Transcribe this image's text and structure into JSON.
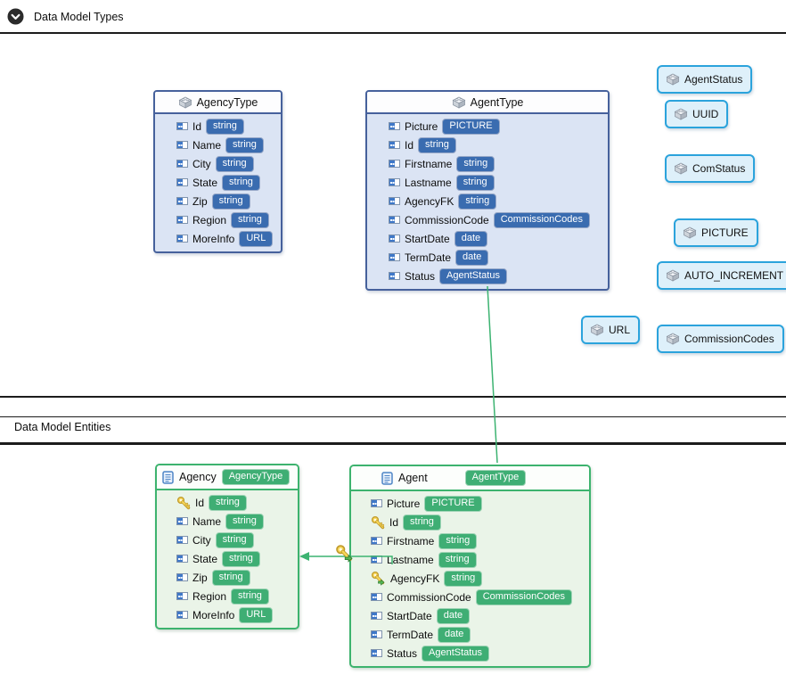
{
  "types_section": {
    "title": "Data Model Types",
    "collapse_icon": "chevron-down-circle",
    "type_boxes": [
      {
        "title": "AgencyType",
        "icon": "brick",
        "fields": [
          {
            "name": "Id",
            "type": "string",
            "icon": "field"
          },
          {
            "name": "Name",
            "type": "string",
            "icon": "field"
          },
          {
            "name": "City",
            "type": "string",
            "icon": "field"
          },
          {
            "name": "State",
            "type": "string",
            "icon": "field"
          },
          {
            "name": "Zip",
            "type": "string",
            "icon": "field"
          },
          {
            "name": "Region",
            "type": "string",
            "icon": "field"
          },
          {
            "name": "MoreInfo",
            "type": "URL",
            "icon": "field"
          }
        ]
      },
      {
        "title": "AgentType",
        "icon": "brick",
        "fields": [
          {
            "name": "Picture",
            "type": "PICTURE",
            "icon": "field"
          },
          {
            "name": "Id",
            "type": "string",
            "icon": "field"
          },
          {
            "name": "Firstname",
            "type": "string",
            "icon": "field"
          },
          {
            "name": "Lastname",
            "type": "string",
            "icon": "field"
          },
          {
            "name": "AgencyFK",
            "type": "string",
            "icon": "field"
          },
          {
            "name": "CommissionCode",
            "type": "CommissionCodes",
            "icon": "field"
          },
          {
            "name": "StartDate",
            "type": "date",
            "icon": "field"
          },
          {
            "name": "TermDate",
            "type": "date",
            "icon": "field"
          },
          {
            "name": "Status",
            "type": "AgentStatus",
            "icon": "field"
          }
        ]
      }
    ],
    "type_chips": [
      "AgentStatus",
      "UUID",
      "ComStatus",
      "PICTURE",
      "AUTO_INCREMENT",
      "URL",
      "CommissionCodes"
    ]
  },
  "entities_section": {
    "title": "Data Model Entities",
    "entity_boxes": [
      {
        "title": "Agency",
        "type_badge": "AgencyType",
        "icon": "doc",
        "fields": [
          {
            "name": "Id",
            "type": "string",
            "icon": "key"
          },
          {
            "name": "Name",
            "type": "string",
            "icon": "field"
          },
          {
            "name": "City",
            "type": "string",
            "icon": "field"
          },
          {
            "name": "State",
            "type": "string",
            "icon": "field"
          },
          {
            "name": "Zip",
            "type": "string",
            "icon": "field"
          },
          {
            "name": "Region",
            "type": "string",
            "icon": "field"
          },
          {
            "name": "MoreInfo",
            "type": "URL",
            "icon": "field"
          }
        ]
      },
      {
        "title": "Agent",
        "type_badge": "AgentType",
        "icon": "doc",
        "fields": [
          {
            "name": "Picture",
            "type": "PICTURE",
            "icon": "field"
          },
          {
            "name": "Id",
            "type": "string",
            "icon": "key"
          },
          {
            "name": "Firstname",
            "type": "string",
            "icon": "field"
          },
          {
            "name": "Lastname",
            "type": "string",
            "icon": "field"
          },
          {
            "name": "AgencyFK",
            "type": "string",
            "icon": "fk-key"
          },
          {
            "name": "CommissionCode",
            "type": "CommissionCodes",
            "icon": "field"
          },
          {
            "name": "StartDate",
            "type": "date",
            "icon": "field"
          },
          {
            "name": "TermDate",
            "type": "date",
            "icon": "field"
          },
          {
            "name": "Status",
            "type": "AgentStatus",
            "icon": "field"
          }
        ]
      }
    ],
    "relationships": [
      {
        "from": "AgentType",
        "to": "Agent",
        "style": "line"
      },
      {
        "from": "Agent.AgencyFK",
        "to": "Agency",
        "style": "arrow-with-key"
      }
    ]
  },
  "colors": {
    "type_box_border": "#46619c",
    "type_box_body": "#dbe4f4",
    "type_badge": "#3a6cb0",
    "chip_border": "#2ba3dc",
    "chip_bg": "#def0fa",
    "entity_box_border": "#3db36e",
    "entity_box_body": "#eaf4e8",
    "entity_badge": "#3fae74",
    "connector": "#3cb371",
    "key_icon": "#f6d657"
  }
}
